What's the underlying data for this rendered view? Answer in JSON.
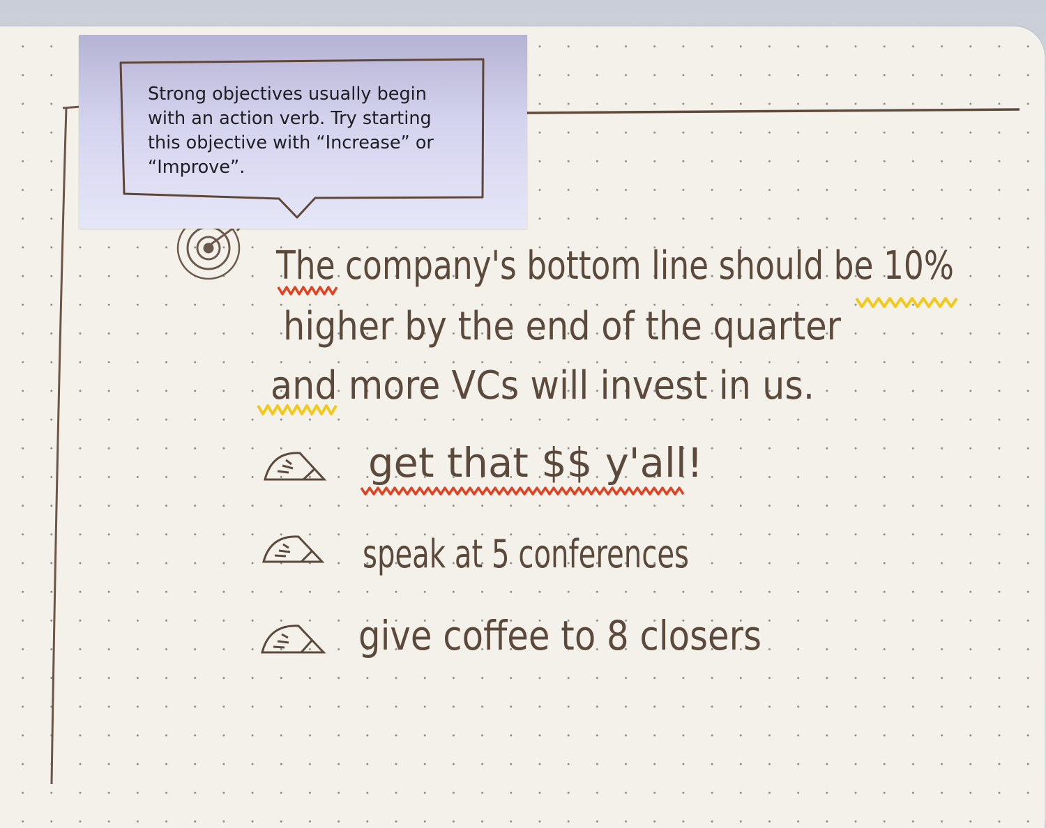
{
  "sticky_note": {
    "text": "Strong objectives usually begin\nwith an action verb.  Try starting\nthis objective with “Increase” or\n“Improve”."
  },
  "objective": {
    "lines": [
      "The company's bottom line should be 10%",
      "higher by the end of the quarter",
      "and more VCs will invest in us."
    ]
  },
  "key_results": [
    {
      "text": "get that $$ y'all!"
    },
    {
      "text": "speak at 5 conferences"
    },
    {
      "text": "give coffee to 8 closers"
    }
  ],
  "colors": {
    "ink": "#5b4a3b",
    "red_squiggle": "#e2401e",
    "yellow_squiggle": "#f2c81c",
    "sticky": "#d4d3ee"
  },
  "icon_names": [
    "target-icon",
    "gauge-icon"
  ]
}
